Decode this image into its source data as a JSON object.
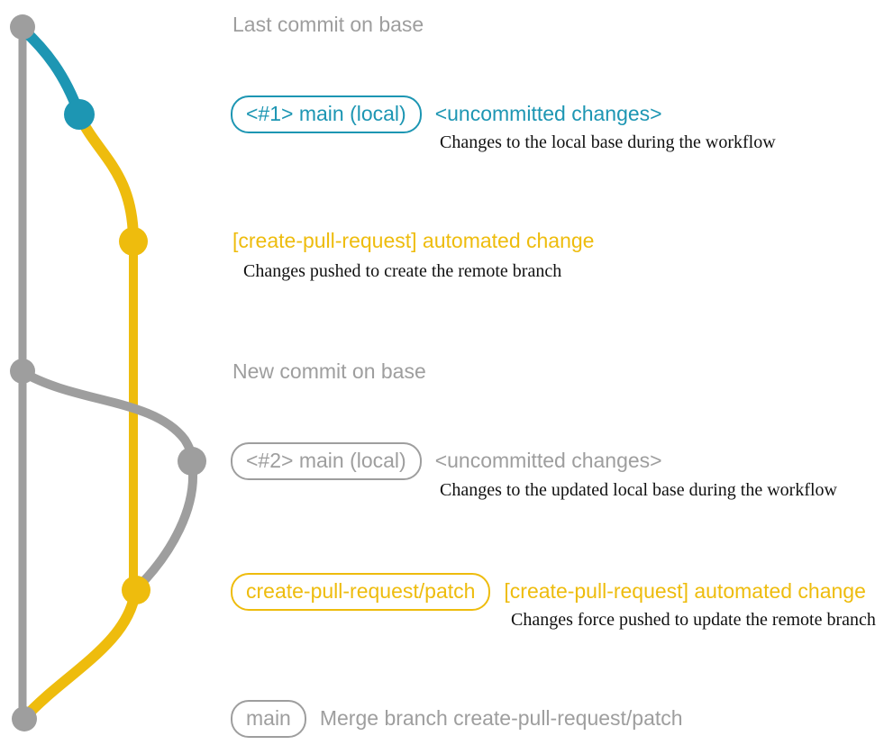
{
  "colors": {
    "gray": "#9e9e9e",
    "teal": "#1d96b3",
    "yellow": "#eebc0d",
    "ink": "#111111",
    "background": "#ffffff"
  },
  "graph": {
    "description": "git branch graph",
    "commits": [
      {
        "id": "last-commit-on-base",
        "color": "gray"
      },
      {
        "id": "local-main-1",
        "color": "teal"
      },
      {
        "id": "automated-change-1",
        "color": "yellow"
      },
      {
        "id": "new-commit-on-base",
        "color": "gray"
      },
      {
        "id": "local-main-2",
        "color": "gray"
      },
      {
        "id": "automated-change-2",
        "color": "yellow"
      },
      {
        "id": "merge-commit",
        "color": "gray"
      }
    ]
  },
  "annotations": {
    "row1": {
      "text": "Last commit on base"
    },
    "row2": {
      "badge": "<#1> main (local)",
      "label": "<uncommitted changes>",
      "caption": "Changes to the local base during the workflow"
    },
    "row3": {
      "label": "[create-pull-request] automated change",
      "caption": "Changes pushed to create the remote branch"
    },
    "row4": {
      "text": "New commit on base"
    },
    "row5": {
      "badge": "<#2> main (local)",
      "label": "<uncommitted changes>",
      "caption": "Changes to the updated local base during the workflow"
    },
    "row6": {
      "badge": "create-pull-request/patch",
      "label": "[create-pull-request] automated change",
      "caption": "Changes force pushed to update the remote branch"
    },
    "row7": {
      "badge": "main",
      "label": "Merge branch create-pull-request/patch"
    }
  }
}
